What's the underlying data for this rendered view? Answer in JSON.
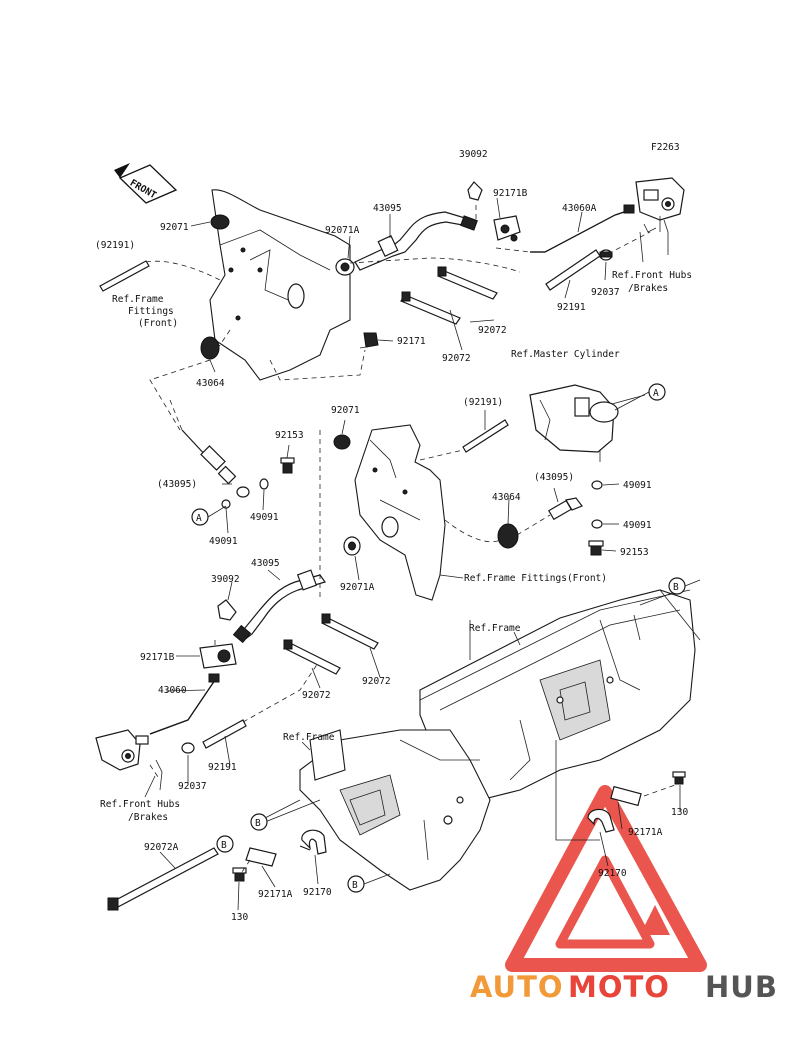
{
  "figure_code": "F2263",
  "front_label": "FRONT",
  "callout_letters": {
    "a": "A",
    "b": "B"
  },
  "part_labels": [
    {
      "id": "l-39092-top",
      "text": "39092"
    },
    {
      "id": "l-92071-top",
      "text": "92071"
    },
    {
      "id": "l-43095-top",
      "text": "43095"
    },
    {
      "id": "l-92171b-top",
      "text": "92171B"
    },
    {
      "id": "l-43060a",
      "text": "43060A"
    },
    {
      "id": "l-92071a-top",
      "text": "92071A"
    },
    {
      "id": "l-92191-paren-top",
      "text": "(92191)"
    },
    {
      "id": "l-ref-frame-fittings-front-1",
      "text": "Ref.Frame"
    },
    {
      "id": "l-ref-frame-fittings-front-2",
      "text": "Fittings"
    },
    {
      "id": "l-ref-frame-fittings-front-3",
      "text": "(Front)"
    },
    {
      "id": "l-92072-top-a",
      "text": "92072"
    },
    {
      "id": "l-92072-top-b",
      "text": "92072"
    },
    {
      "id": "l-92191-top",
      "text": "92191"
    },
    {
      "id": "l-92037-top",
      "text": "92037"
    },
    {
      "id": "l-ref-front-hubs-top-1",
      "text": "Ref.Front Hubs"
    },
    {
      "id": "l-ref-front-hubs-top-2",
      "text": "/Brakes"
    },
    {
      "id": "l-92171-mid",
      "text": "92171"
    },
    {
      "id": "l-43064-left",
      "text": "43064"
    },
    {
      "id": "l-ref-master-cyl",
      "text": "Ref.Master Cylinder"
    },
    {
      "id": "l-92071-mid",
      "text": "92071"
    },
    {
      "id": "l-92191-paren-mid",
      "text": "(92191)"
    },
    {
      "id": "l-92153-left",
      "text": "92153"
    },
    {
      "id": "l-43095-paren-left",
      "text": "(43095)"
    },
    {
      "id": "l-49091-left-a",
      "text": "49091"
    },
    {
      "id": "l-49091-left-b",
      "text": "49091"
    },
    {
      "id": "l-49091-right-a",
      "text": "49091"
    },
    {
      "id": "l-43095-paren-right",
      "text": "(43095)"
    },
    {
      "id": "l-43064-right",
      "text": "43064"
    },
    {
      "id": "l-49091-right-b",
      "text": "49091"
    },
    {
      "id": "l-92153-right",
      "text": "92153"
    },
    {
      "id": "l-43095-mid",
      "text": "43095"
    },
    {
      "id": "l-92071a-mid",
      "text": "92071A"
    },
    {
      "id": "l-39092-mid",
      "text": "39092"
    },
    {
      "id": "l-ref-frame-fittings-front-mid",
      "text": "Ref.Frame Fittings(Front)"
    },
    {
      "id": "l-ref-frame-top",
      "text": "Ref.Frame"
    },
    {
      "id": "l-92171b-mid",
      "text": "92171B"
    },
    {
      "id": "l-92072-mid-a",
      "text": "92072"
    },
    {
      "id": "l-92072-mid-b",
      "text": "92072"
    },
    {
      "id": "l-43060",
      "text": "43060"
    },
    {
      "id": "l-ref-frame-low",
      "text": "Ref.Frame"
    },
    {
      "id": "l-92037-low",
      "text": "92037"
    },
    {
      "id": "l-92191-low",
      "text": "92191"
    },
    {
      "id": "l-ref-front-hubs-low-1",
      "text": "Ref.Front Hubs"
    },
    {
      "id": "l-ref-front-hubs-low-2",
      "text": "/Brakes"
    },
    {
      "id": "l-92072a",
      "text": "92072A"
    },
    {
      "id": "l-130-right",
      "text": "130"
    },
    {
      "id": "l-92171a-right",
      "text": "92171A"
    },
    {
      "id": "l-92170-right",
      "text": "92170"
    },
    {
      "id": "l-92171a-low",
      "text": "92171A"
    },
    {
      "id": "l-92170-low",
      "text": "92170"
    },
    {
      "id": "l-130-low",
      "text": "130"
    }
  ],
  "watermark": {
    "auto": "AUTO",
    "moto": "MOTO",
    "hub": "HUB"
  },
  "colors": {
    "watermark_red": "#e8443a",
    "watermark_orange": "#f29a3a",
    "watermark_gray": "#555555",
    "line": "#1a1a1a"
  }
}
